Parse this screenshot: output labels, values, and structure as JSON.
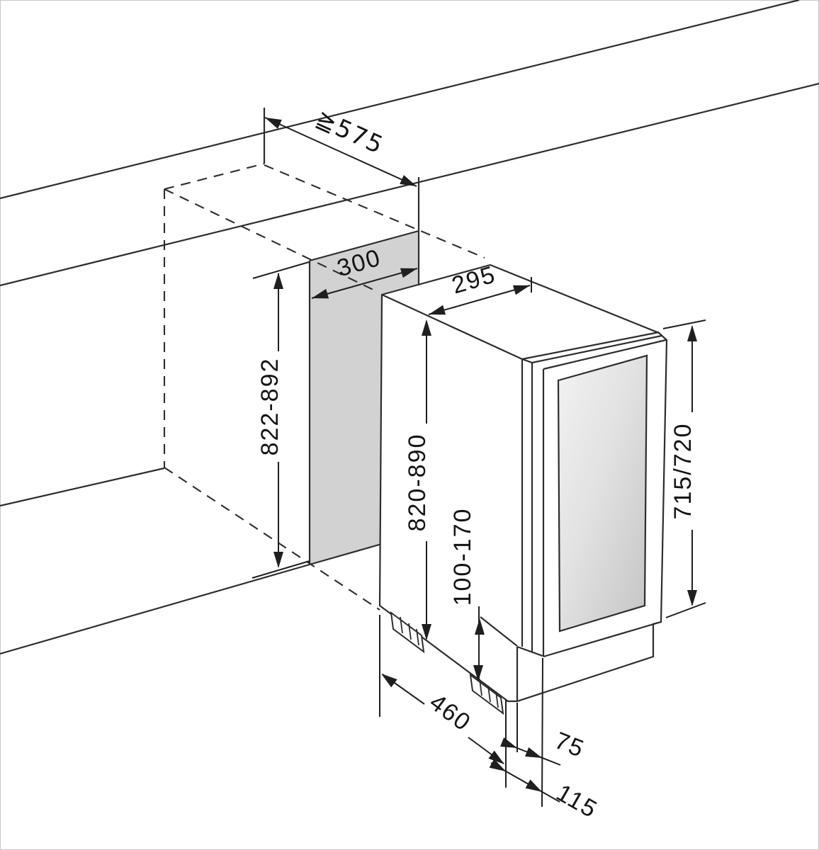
{
  "meta": {
    "type": "technical-installation-drawing",
    "subject": "built-under niche installation drawing with appliance dimensions"
  },
  "colors": {
    "line": "#2d2d2d",
    "dimension": "#1f1f1f",
    "niche_wall": "#d2d2d2",
    "glass_light": "#f2f2f2",
    "glass_dark": "#c4c4c4",
    "background": "#ffffff"
  },
  "dimensions": {
    "counter_depth": {
      "label": "≧575"
    },
    "niche_width": {
      "label": "300"
    },
    "appliance_width": {
      "label": "295"
    },
    "niche_height": {
      "label": "822-892"
    },
    "appliance_height": {
      "label": "820-890"
    },
    "plinth_height": {
      "label": "100-170"
    },
    "door_height": {
      "label": "715/720"
    },
    "appliance_depth": {
      "label": "460"
    },
    "door_offset": {
      "label": "75"
    },
    "plinth_recess": {
      "label": "115"
    }
  }
}
